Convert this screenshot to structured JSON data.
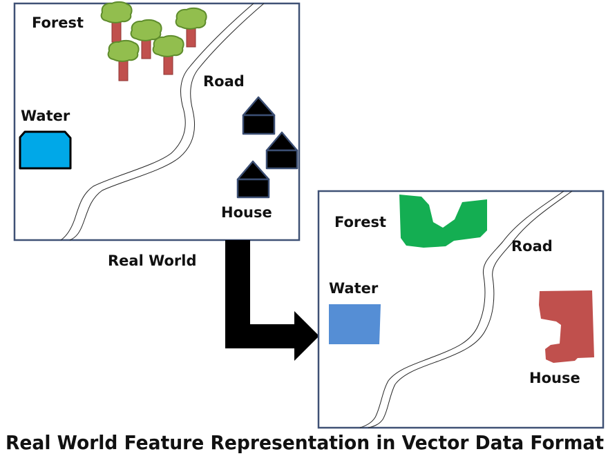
{
  "title": "Real World Feature Representation in Vector Data Format",
  "colors": {
    "frame": "#3F5175",
    "tree_canopy": "#92BE4E",
    "tree_trunk": "#C0504D",
    "house_symbol": "#000000",
    "water_symbol": "#00A8E8",
    "vector_forest": "#14AE52",
    "vector_water": "#558ED5",
    "vector_house": "#C0504D",
    "arrow": "#000000"
  },
  "real_world": {
    "caption": "Real World",
    "labels": {
      "forest": "Forest",
      "road": "Road",
      "water": "Water",
      "house": "House"
    },
    "tree_count": 5,
    "house_count": 3
  },
  "vector": {
    "labels": {
      "forest": "Forest",
      "road": "Road",
      "water": "Water",
      "house": "House"
    },
    "features": [
      {
        "name": "Forest",
        "geometry": "polygon"
      },
      {
        "name": "Water",
        "geometry": "polygon"
      },
      {
        "name": "House",
        "geometry": "polygon"
      },
      {
        "name": "Road",
        "geometry": "line"
      }
    ]
  },
  "arrow": {
    "direction": "real-world-to-vector",
    "icon": "elbow-arrow-icon"
  }
}
